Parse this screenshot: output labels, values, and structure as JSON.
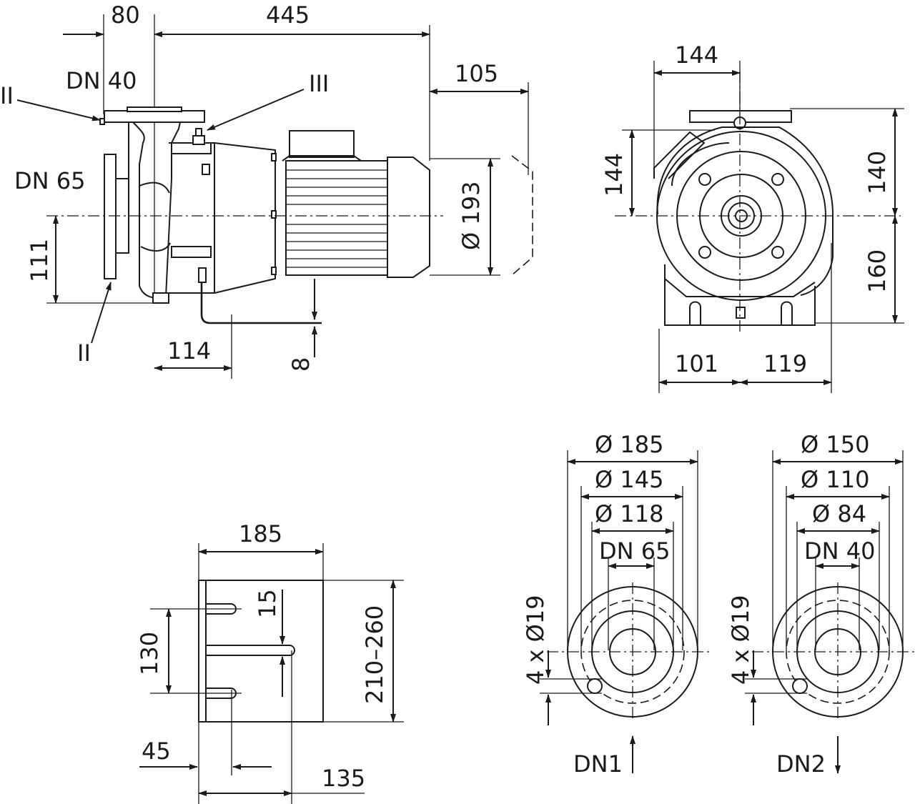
{
  "side_view": {
    "dim_flange_offset": "80",
    "dim_length": "445",
    "dim_motor_overhang": "105",
    "label_discharge": "DN 40",
    "label_suction": "DN 65",
    "label_vent_top": "II",
    "label_vent_motor": "III",
    "label_drain": "II",
    "dim_shaft_height": "111",
    "dim_foot": "114",
    "dim_foot_thickness": "8",
    "dim_motor_diameter": "Ø 193"
  },
  "front_view": {
    "dim_top_offset": "144",
    "dim_volute": "144",
    "dim_upper_height": "140",
    "dim_lower_height": "160",
    "dim_left_width": "101",
    "dim_right_width": "119"
  },
  "base_view": {
    "dim_width": "185",
    "dim_slot": "15",
    "dim_hole_pitch": "130",
    "dim_height_range": "210–260",
    "dim_left_offset": "45",
    "dim_bolt_offset": "135"
  },
  "flange_dn1": {
    "d_outer": "Ø 185",
    "d_pitch": "Ø 145",
    "d_raised": "Ø 118",
    "nominal": "DN 65",
    "holes": "4 x Ø19",
    "label": "DN1"
  },
  "flange_dn2": {
    "d_outer": "Ø 150",
    "d_pitch": "Ø 110",
    "d_raised": "Ø 84",
    "nominal": "DN 40",
    "holes": "4 x Ø19",
    "label": "DN2"
  }
}
